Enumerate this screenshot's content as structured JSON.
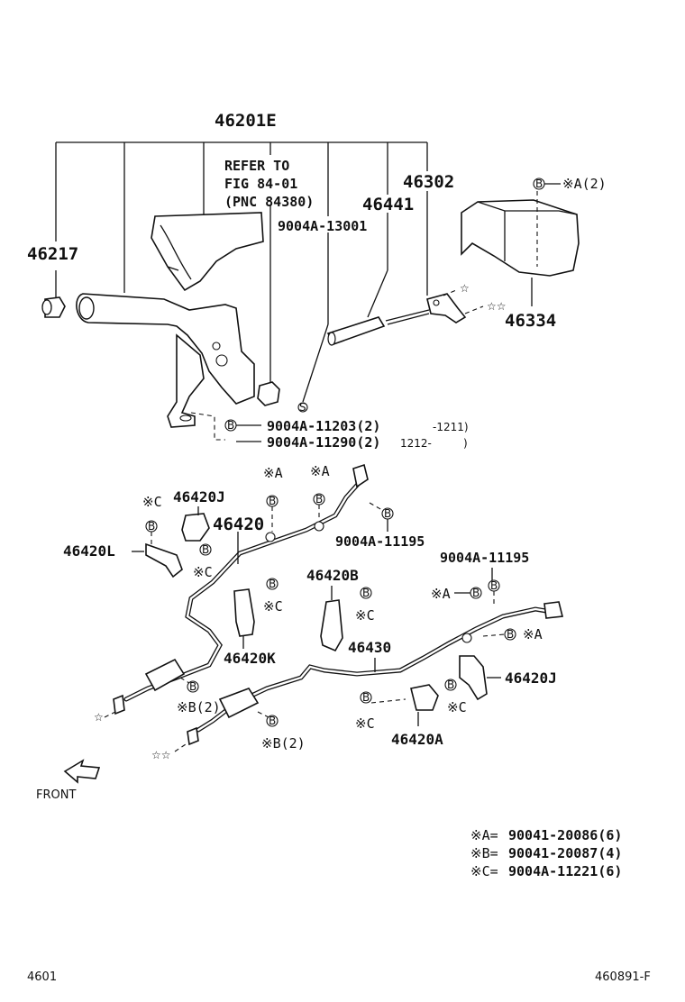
{
  "labels": {
    "assembly": "46201E",
    "refer_line1": "REFER TO",
    "refer_line2": "FIG 84-01",
    "refer_line3": "(PNC 84380)",
    "knob": "46217",
    "rod": "46441",
    "bracket": "46302",
    "bolt_top": "9004A-13001",
    "cover": "46334",
    "bolt_lower_1": "9004A-11203(2)",
    "bolt_lower_2": "9004A-11290(2)",
    "range_1": "-1211)",
    "range_2_left": "1212-",
    "range_2_right": ")",
    "clamp_j_left": "46420J",
    "cable_front": "46420",
    "clamp_l": "46420L",
    "bolt_mid": "9004A-11195",
    "bolt_right": "9004A-11195",
    "clamp_b": "46420B",
    "clamp_k": "46420K",
    "cable_rear": "46430",
    "clamp_j_right": "46420J",
    "clamp_a": "46420A",
    "front_label": "FRONT",
    "callout_a2": "※A(2)",
    "callout_a": "※A",
    "callout_b2": "※B(2)",
    "callout_c": "※C",
    "callout_b_mark": "B",
    "callout_s_mark": "S",
    "star1": "☆",
    "star2": "☆☆"
  },
  "legend": [
    {
      "key": "※A=",
      "value": "90041-20086(6)"
    },
    {
      "key": "※B=",
      "value": "90041-20087(4)"
    },
    {
      "key": "※C=",
      "value": "9004A-11221(6)"
    }
  ],
  "footer": {
    "left": "4601",
    "right": "460891-F"
  }
}
